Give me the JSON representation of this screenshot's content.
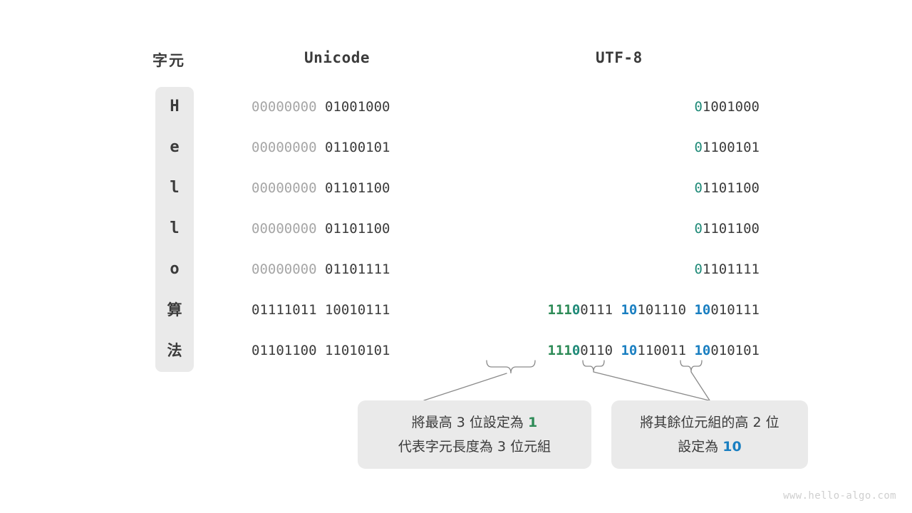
{
  "headers": {
    "character": "字元",
    "unicode": "Unicode",
    "utf8": "UTF-8"
  },
  "rows": [
    {
      "char": "H",
      "unicode_high": "00000000",
      "unicode_low": "01001000",
      "utf8_lead_marker": "0",
      "utf8_lead_rest": "1001000"
    },
    {
      "char": "e",
      "unicode_high": "00000000",
      "unicode_low": "01100101",
      "utf8_lead_marker": "0",
      "utf8_lead_rest": "1100101"
    },
    {
      "char": "l",
      "unicode_high": "00000000",
      "unicode_low": "01101100",
      "utf8_lead_marker": "0",
      "utf8_lead_rest": "1101100"
    },
    {
      "char": "l",
      "unicode_high": "00000000",
      "unicode_low": "01101100",
      "utf8_lead_marker": "0",
      "utf8_lead_rest": "1101100"
    },
    {
      "char": "o",
      "unicode_high": "00000000",
      "unicode_low": "01101111",
      "utf8_lead_marker": "0",
      "utf8_lead_rest": "1101111"
    },
    {
      "char": "算",
      "unicode_high": "01111011",
      "unicode_low": "10010111",
      "utf8_b1_111": "111",
      "utf8_b1_0": "0",
      "utf8_b1_rest": "0111",
      "utf8_b2_10": "10",
      "utf8_b2_rest": "101110",
      "utf8_b3_10": "10",
      "utf8_b3_rest": "010111"
    },
    {
      "char": "法",
      "unicode_high": "01101100",
      "unicode_low": "11010101",
      "utf8_b1_111": "111",
      "utf8_b1_0": "0",
      "utf8_b1_rest": "0110",
      "utf8_b2_10": "10",
      "utf8_b2_rest": "110011",
      "utf8_b3_10": "10",
      "utf8_b3_rest": "010101"
    }
  ],
  "callouts": {
    "left": {
      "line1_a": "將最高 3 位設定為 ",
      "line1_hl": "1",
      "line2": "代表字元長度為 3 位元組"
    },
    "right": {
      "line1": "將其餘位元組的高 2 位",
      "line2_a": "設定為 ",
      "line2_hl": "10"
    }
  },
  "watermark": "www.hello-algo.com",
  "colors": {
    "text": "#3b3b3b",
    "dim": "#a6a6a6",
    "slab": "#eaeaea",
    "green": "#2e8b57",
    "teal": "#1f8a78",
    "blue": "#1a7fc1",
    "watermark": "#cfcfcf"
  }
}
